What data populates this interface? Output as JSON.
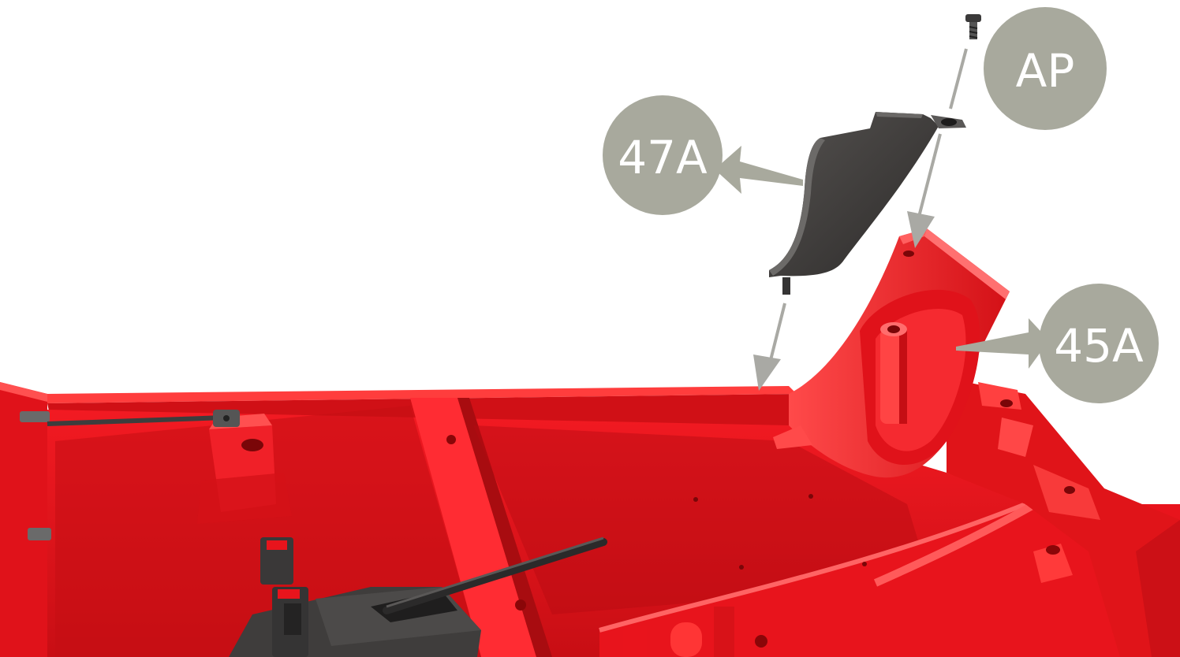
{
  "diagram": {
    "labels": {
      "part_AP": "AP",
      "part_47A": "47A",
      "part_45A": "45A"
    },
    "colors": {
      "body_red": "#e8141c",
      "body_red_dark": "#b30d12",
      "body_red_light": "#ff3b3b",
      "part_dark": "#3e3c3b",
      "callout_grey": "#a8a99d",
      "arrow_grey": "#a9a9a4",
      "background": "#ffffff"
    }
  }
}
